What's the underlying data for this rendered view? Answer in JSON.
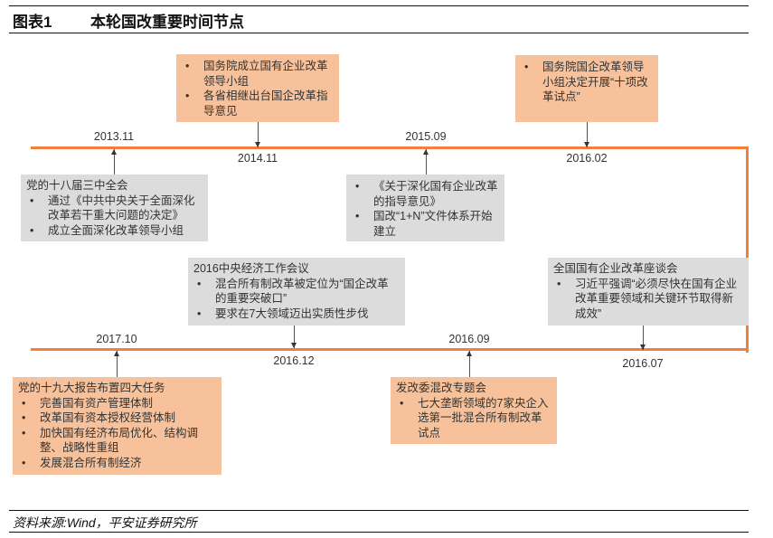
{
  "header": {
    "figure_label": "图表1",
    "title": "本轮国改重要时间节点"
  },
  "colors": {
    "timeline": "#f0803c",
    "orange_box": "#f7c29b",
    "gray_box": "#dcdcdc"
  },
  "events": {
    "e2013_11": {
      "date": "2013.11",
      "heading": "党的十八届三中全会",
      "bullets": [
        "通过《中共中央关于全面深化改革若干重大问题的决定》",
        "成立全面深化改革领导小组"
      ]
    },
    "e2014_11": {
      "date": "2014.11",
      "bullets": [
        "国务院成立国有企业改革领导小组",
        "各省相继出台国企改革指导意见"
      ]
    },
    "e2015_09": {
      "date": "2015.09",
      "bullets": [
        "《关于深化国有企业改革的指导意见》",
        "国改“1+N”文件体系开始建立"
      ]
    },
    "e2016_02": {
      "date": "2016.02",
      "bullets": [
        "国务院国企改革领导小组决定开展“十项改革试点”"
      ]
    },
    "e2016_07": {
      "date": "2016.07",
      "heading": "全国国有企业改革座谈会",
      "bullets": [
        "习近平强调“必须尽快在国有企业改革重要领域和关键环节取得新成效”"
      ]
    },
    "e2016_09": {
      "date": "2016.09",
      "heading": "发改委混改专题会",
      "bullets": [
        "七大垄断领域的7家央企入选第一批混合所有制改革试点"
      ]
    },
    "e2016_12": {
      "date": "2016.12",
      "heading": "2016中央经济工作会议",
      "bullets": [
        "混合所有制改革被定位为“国企改革的重要突破口”",
        "要求在7大领域迈出实质性步伐"
      ]
    },
    "e2017_10": {
      "date": "2017.10",
      "heading": "党的十九大报告布置四大任务",
      "bullets": [
        "完善国有资产管理体制",
        "改革国有资本授权经营体制",
        "加快国有经济布局优化、结构调整、战略性重组",
        "发展混合所有制经济"
      ]
    }
  },
  "footer": {
    "source": "资料来源:Wind，平安证券研究所"
  }
}
